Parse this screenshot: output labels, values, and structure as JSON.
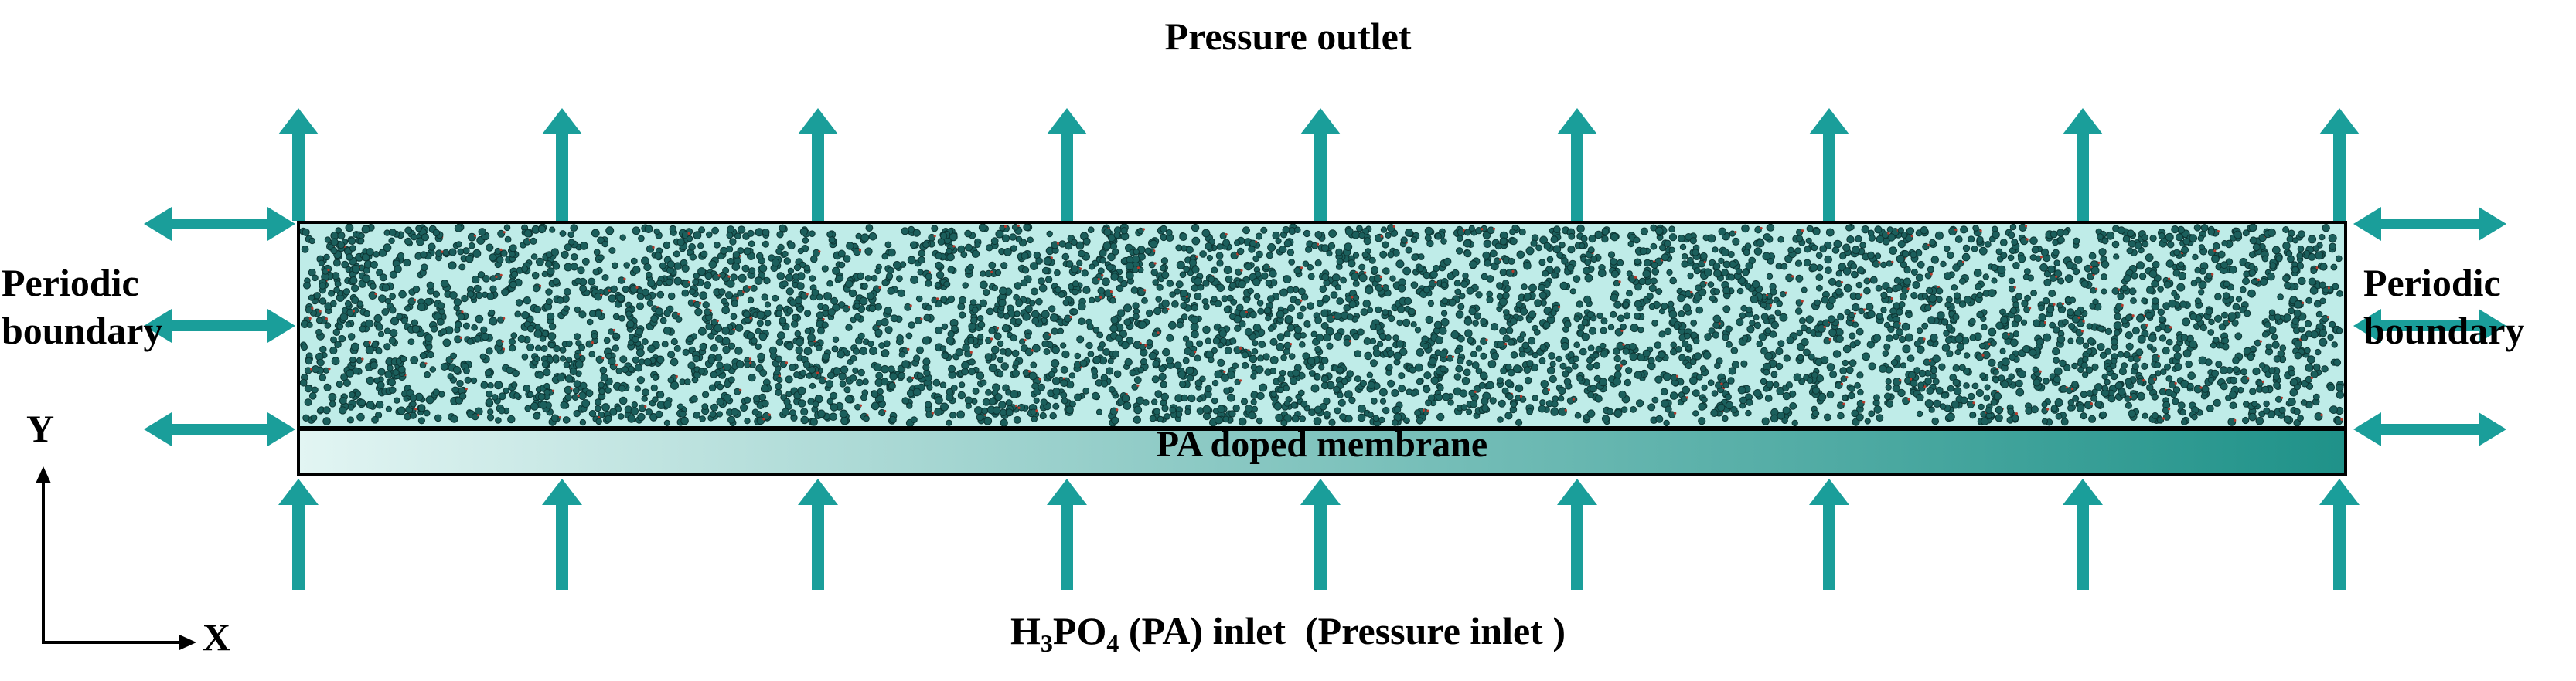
{
  "labels": {
    "top": "Pressure outlet",
    "left_line1": "Periodic",
    "left_line2": "boundary",
    "right_line1": "Periodic",
    "right_line2": "boundary",
    "membrane": "PA doped membrane",
    "bottom_pre": "H",
    "bottom_sub1": "3",
    "bottom_mid": "PO",
    "bottom_sub2": "4",
    "bottom_post": " (PA) inlet  (Pressure inlet )",
    "axis_y": "Y",
    "axis_x": "X"
  },
  "colors": {
    "arrow": "#1a9e9a",
    "particle_fill": "#1b5f5c",
    "particle_stroke": "#0d3533",
    "particle_red": "#b63a2c",
    "domain_background": "#bfece8",
    "membrane_gradient_start": "#e2f5f3",
    "membrane_gradient_end": "#1f9289",
    "outline": "#000000"
  },
  "icons": {
    "vertical_arrows": "arrow-up-icon",
    "horizontal_arrows": "double-arrow-icon",
    "axis": "axis-icon"
  }
}
